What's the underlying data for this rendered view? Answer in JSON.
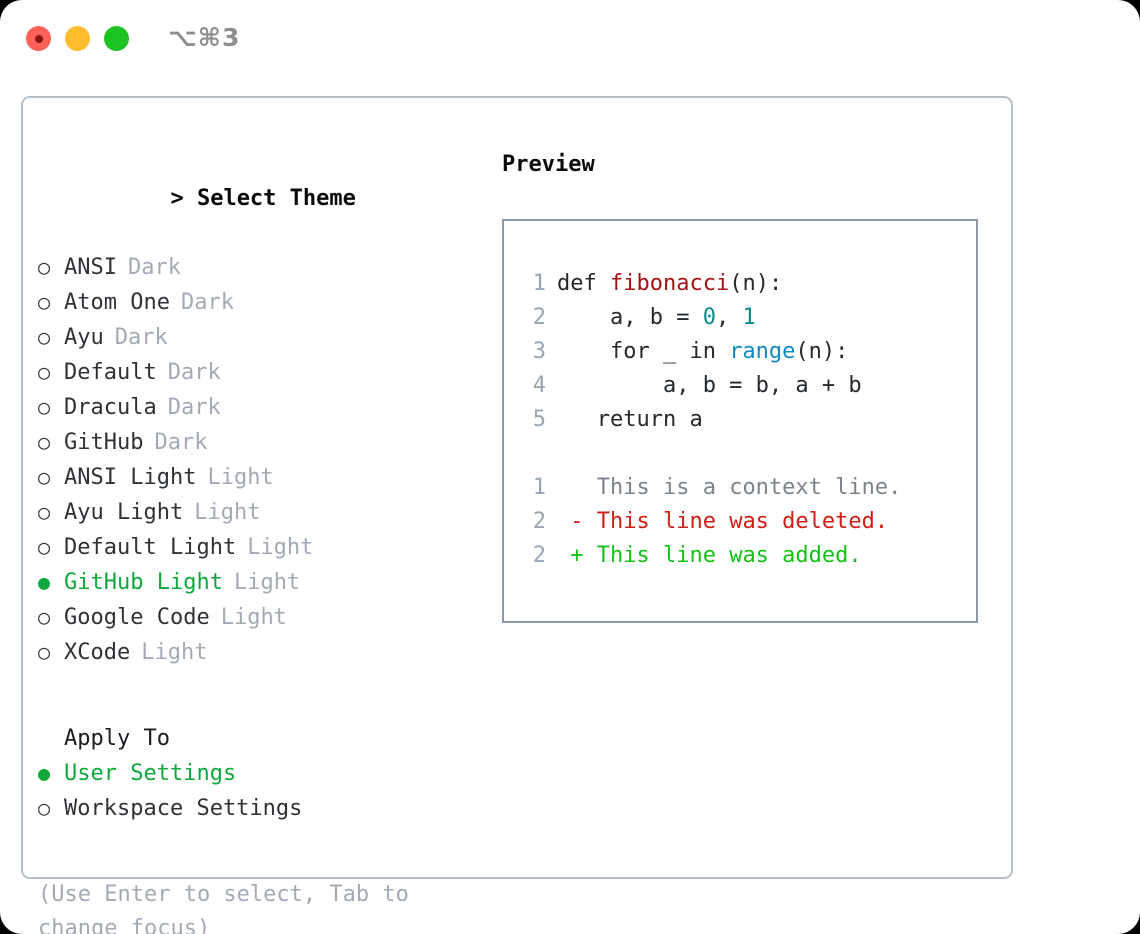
{
  "titlebar": {
    "traffic_lights": [
      "close-red",
      "minimize-yellow",
      "maximize-green"
    ],
    "shortcut": "⌥⌘3"
  },
  "theme_panel": {
    "header": {
      "caret": ">",
      "title": "Select Theme"
    },
    "bullet_unselected": "○",
    "bullet_selected": "●",
    "themes": [
      {
        "name": "ANSI",
        "variant": "Dark",
        "selected": false
      },
      {
        "name": "Atom One",
        "variant": "Dark",
        "selected": false
      },
      {
        "name": "Ayu",
        "variant": "Dark",
        "selected": false
      },
      {
        "name": "Default",
        "variant": "Dark",
        "selected": false
      },
      {
        "name": "Dracula",
        "variant": "Dark",
        "selected": false
      },
      {
        "name": "GitHub",
        "variant": "Dark",
        "selected": false
      },
      {
        "name": "ANSI Light",
        "variant": "Light",
        "selected": false
      },
      {
        "name": "Ayu Light",
        "variant": "Light",
        "selected": false
      },
      {
        "name": "Default Light",
        "variant": "Light",
        "selected": false
      },
      {
        "name": "GitHub Light",
        "variant": "Light",
        "selected": true
      },
      {
        "name": "Google Code",
        "variant": "Light",
        "selected": false
      },
      {
        "name": "XCode",
        "variant": "Light",
        "selected": false
      }
    ],
    "apply_to": {
      "title": "Apply To",
      "options": [
        {
          "name": "User Settings",
          "selected": true
        },
        {
          "name": "Workspace Settings",
          "selected": false
        }
      ]
    },
    "hint": "(Use Enter to select, Tab to change focus)"
  },
  "preview": {
    "title": "Preview",
    "code_lines": [
      {
        "num": "1",
        "tokens": [
          {
            "t": "def ",
            "k": "def"
          },
          {
            "t": "fibonacci",
            "k": "func"
          },
          {
            "t": "(n):",
            "k": "plain"
          }
        ]
      },
      {
        "num": "2",
        "tokens": [
          {
            "t": "    a, b = ",
            "k": "plain"
          },
          {
            "t": "0",
            "k": "num"
          },
          {
            "t": ", ",
            "k": "plain"
          },
          {
            "t": "1",
            "k": "num"
          }
        ]
      },
      {
        "num": "3",
        "tokens": [
          {
            "t": "    for _ in ",
            "k": "plain"
          },
          {
            "t": "range",
            "k": "builtin"
          },
          {
            "t": "(n):",
            "k": "plain"
          }
        ]
      },
      {
        "num": "4",
        "tokens": [
          {
            "t": "        a, b = b, a + b",
            "k": "plain"
          }
        ]
      },
      {
        "num": "5",
        "tokens": [
          {
            "t": "   return a",
            "k": "plain"
          }
        ]
      }
    ],
    "diff_lines": [
      {
        "num": "1",
        "marker": " ",
        "text": " This is a context line.",
        "kind": "context"
      },
      {
        "num": "2",
        "marker": "-",
        "text": " This line was deleted.",
        "kind": "deleted"
      },
      {
        "num": "2",
        "marker": "+",
        "text": " This line was added.",
        "kind": "added"
      }
    ]
  },
  "colors": {
    "selected_green": "#0FA83C",
    "diff_added": "#17C017",
    "diff_deleted": "#CC1F16",
    "diff_context": "#7D848D",
    "gutter": "#9AA5B1",
    "muted": "#A3AAB6",
    "function_red": "#A31515",
    "number_teal": "#0D8A8A",
    "builtin_blue": "#1189C0",
    "panel_border": "#B7BFCB",
    "preview_border": "#8E98A7"
  }
}
